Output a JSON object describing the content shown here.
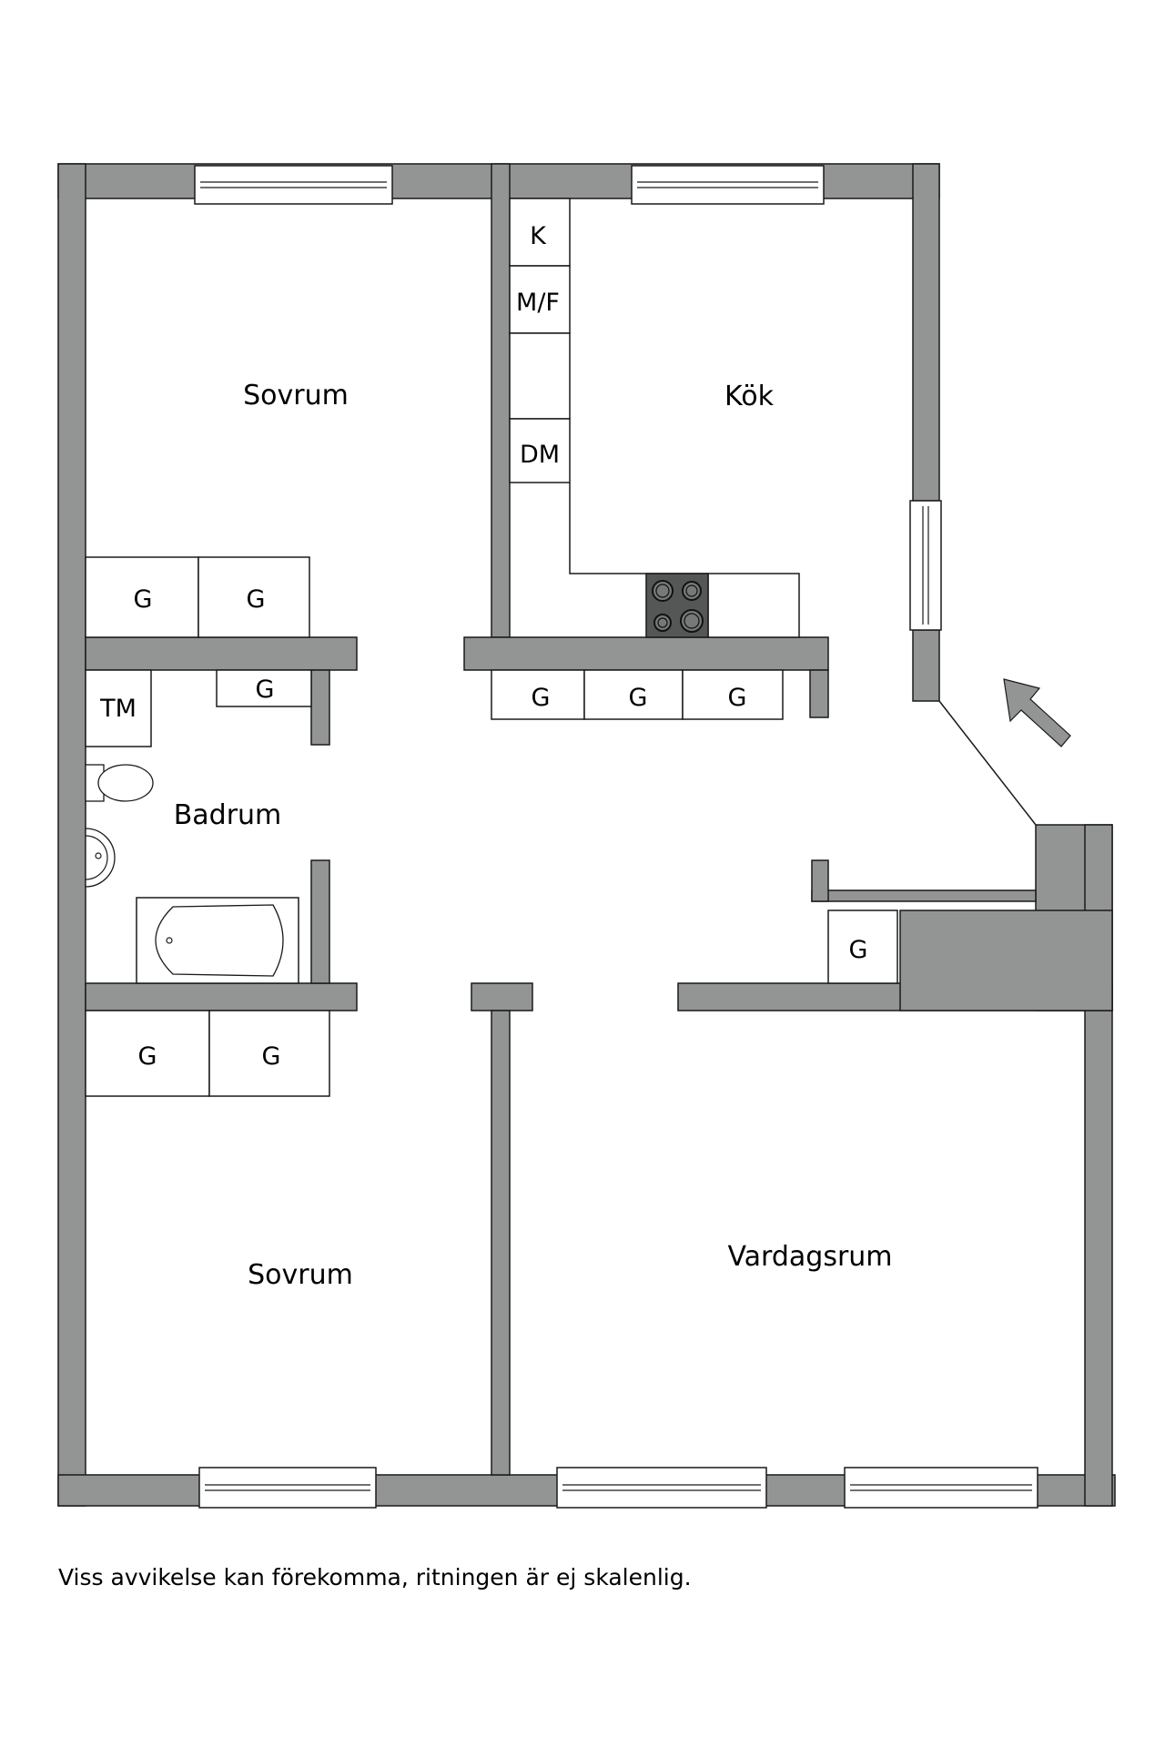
{
  "colors": {
    "wall": "#939595",
    "line": "#1a1a1a",
    "stove": "#555757",
    "background": "#ffffff"
  },
  "rooms": {
    "sovrum_top": "Sovrum",
    "kok": "Kök",
    "badrum": "Badrum",
    "sovrum_bottom": "Sovrum",
    "vardagsrum": "Vardagsrum"
  },
  "fixtures": {
    "kitchen_k": "K",
    "kitchen_mf": "M/F",
    "kitchen_dm": "DM",
    "bath_tm": "TM",
    "wardrobe": "G"
  },
  "icons": {
    "entrance": "entrance-arrow-icon",
    "stove": "stove-icon",
    "toilet": "toilet-icon",
    "sink": "sink-icon",
    "bathtub": "bathtub-icon"
  },
  "disclaimer": "Viss avvikelse kan förekomma, ritningen är ej skalenlig."
}
